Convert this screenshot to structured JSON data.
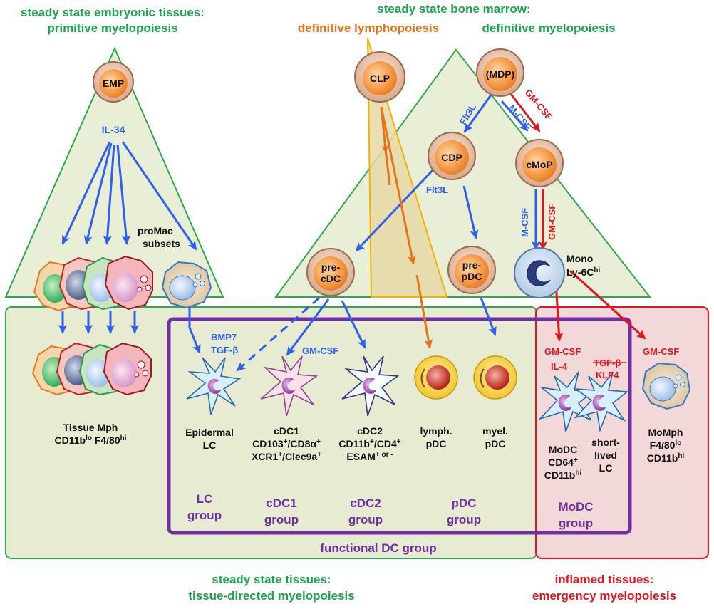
{
  "titles": {
    "embryonic_line1": "steady state embryonic tissues:",
    "embryonic_line2": "primitive myelopoiesis",
    "bone_marrow": "steady state bone marrow:",
    "lymphopoiesis": "definitive lymphopoiesis",
    "definitive_myelopoiesis": "definitive myelopoiesis",
    "steady_tissues_line1": "steady state tissues:",
    "steady_tissues_line2": "tissue-directed myelopoiesis",
    "inflamed_line1": "inflamed tissues:",
    "inflamed_line2": "emergency myelopoiesis"
  },
  "progenitors": {
    "emp": "EMP",
    "clp": "CLP",
    "mdp": "(MDP)",
    "cdp": "CDP",
    "cmop": "cMoP",
    "pre_cdc_line1": "pre-",
    "pre_cdc_line2": "cDC",
    "pre_pdc_line1": "pre-",
    "pre_pdc_line2": "pDC"
  },
  "factors": {
    "il34": "IL-34",
    "flt3l_a": "Flt3L",
    "flt3l_b": "Flt3L",
    "mcsf_a": "M-CSF",
    "mcsf_b": "M-CSF",
    "gmcsf_a": "GM-CSF",
    "gmcsf_b": "GM-CSF",
    "bmp7": "BMP7",
    "tgfb": "TGF-β",
    "gmcsf_cdc": "GM-CSF",
    "gmcsf_modc": "GM-CSF",
    "il4": "IL-4",
    "tgfb_red": "TGF-β",
    "klf4": "KLF4",
    "gmcsf_momph": "GM-CSF"
  },
  "promac": {
    "line1": "proMac",
    "line2": "subsets"
  },
  "mono": {
    "line1": "Mono",
    "line2_base": "Ly-6C",
    "line2_sup": "hi"
  },
  "cells": {
    "tissue_mph": {
      "line1": "Tissue Mph",
      "line2_a": "CD11b",
      "sup_a": "lo",
      "line2_b": " F4/80",
      "sup_b": "hi"
    },
    "epidermal_lc": {
      "line1": "Epidermal",
      "line2": "LC"
    },
    "cdc1": {
      "line1": "cDC1",
      "line2_a": "CD103",
      "sup_a": "+",
      "line2_b": "/CD8α",
      "sup_b": "+",
      "line3_a": "XCR1",
      "sup_c": "+",
      "line3_b": "/Clec9a",
      "sup_d": "+"
    },
    "cdc2": {
      "line1": "cDC2",
      "line2_a": "CD11b",
      "sup_a": "+",
      "line2_b": "/CD4",
      "sup_b": "+",
      "line3_a": "ESAM",
      "sup_c": "+ or -"
    },
    "lymph_pdc": {
      "line1": "lymph.",
      "line2": "pDC"
    },
    "myel_pdc": {
      "line1": "myel.",
      "line2": "pDC"
    },
    "modc": {
      "line1": "MoDC",
      "line2_a": "CD64",
      "sup_a": "+",
      "line3_a": "CD11b",
      "sup_b": "hi"
    },
    "short_lived_lc": {
      "line1": "short-",
      "line2": "lived",
      "line3": "LC"
    },
    "momph": {
      "line1": "MoMph",
      "line2_a": "F4/80",
      "sup_a": "lo",
      "line3_a": "CD11b",
      "sup_b": "hi"
    }
  },
  "groups": {
    "lc": {
      "line1": "LC",
      "line2": "group"
    },
    "cdc1": {
      "line1": "cDC1",
      "line2": "group"
    },
    "cdc2": {
      "line1": "cDC2",
      "line2": "group"
    },
    "pdc": {
      "line1": "pDC",
      "line2": "group"
    },
    "modc": {
      "line1": "MoDC",
      "line2": "group"
    },
    "functional": "functional DC group"
  },
  "colors": {
    "green_text": "#1aa64a",
    "orange_text": "#e8731a",
    "blue": "#2f5ff0",
    "red": "#e8141c",
    "purple": "#7030a0",
    "triangle_fill": "#e9eed7",
    "triangle_stroke": "#2fa84f",
    "tissue_fill": "#e6ebd2",
    "inflamed_fill": "#f2d8d8",
    "inflamed_stroke": "#e8141c",
    "lympho_fill": "#e8d9a8",
    "lympho_stroke": "#f0b400"
  }
}
